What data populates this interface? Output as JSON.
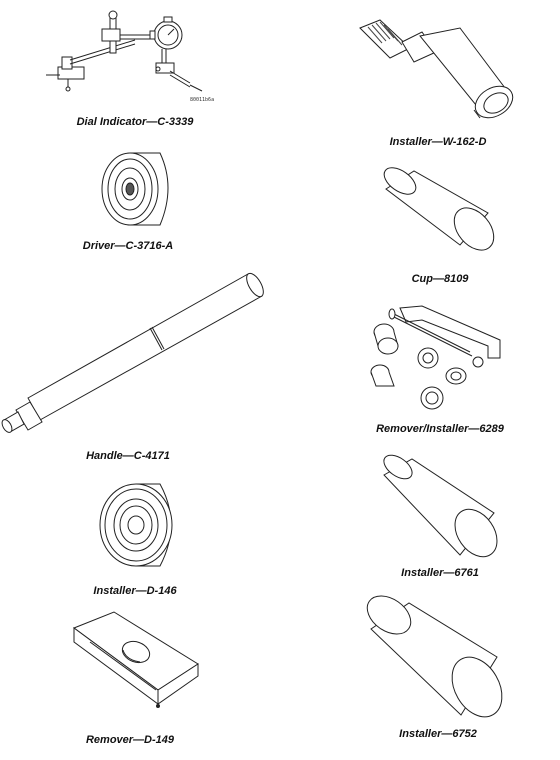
{
  "tools": [
    {
      "id": "dial-indicator",
      "label": "Dial Indicator—C-3339",
      "figure_number": "80011b6a"
    },
    {
      "id": "installer-w162d",
      "label": "Installer—W-162-D"
    },
    {
      "id": "driver-c3716a",
      "label": "Driver—C-3716-A"
    },
    {
      "id": "cup-8109",
      "label": "Cup—8109"
    },
    {
      "id": "handle-c4171",
      "label": "Handle—C-4171"
    },
    {
      "id": "remover-installer-6289",
      "label": "Remover/Installer—6289"
    },
    {
      "id": "installer-d146",
      "label": "Installer—D-146"
    },
    {
      "id": "installer-6761",
      "label": "Installer—6761"
    },
    {
      "id": "remover-d149",
      "label": "Remover—D-149"
    },
    {
      "id": "installer-6752",
      "label": "Installer—6752"
    }
  ]
}
